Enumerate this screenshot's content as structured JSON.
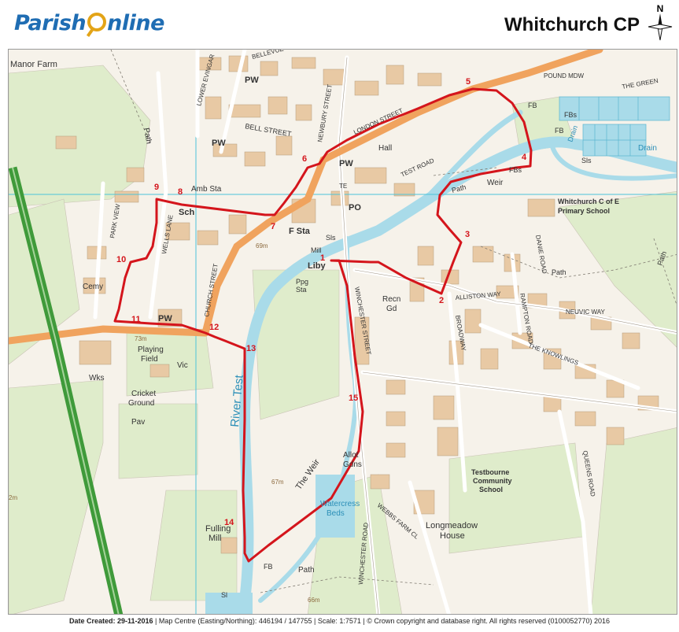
{
  "header": {
    "logo_pre": "Parish",
    "logo_post": "nline",
    "parish_name": "Whitchurch CP",
    "compass_label": "N"
  },
  "map": {
    "labels": {
      "manor_farm": "Manor Farm",
      "path_nw": "Path",
      "bellevue": "BELLEVUE",
      "pw_north": "PW",
      "lower_evingar": "LOWER EVINGAR",
      "newbury_street": "NEWBURY STREET",
      "london_street": "LONDON STREET",
      "pound_mdw": "POUND MDW",
      "the_green": "THE GREEN",
      "fb_1": "FB",
      "fbs_1": "FBs",
      "fb_2": "FB",
      "drain_1": "Drain",
      "drain_2": "Drain",
      "bell_street": "BELL STREET",
      "pw_bell": "PW",
      "hall": "Hall",
      "pw_centre": "PW",
      "te": "TE",
      "test_road": "TEST ROAD",
      "fbs_2": "FBs",
      "sls_1": "Sls",
      "weir": "Weir",
      "path_weir": "Path",
      "school_whitchurch": "Whitchurch C of E",
      "school_whitchurch_2": "Primary School",
      "parkview": "PARK VIEW",
      "amb_sta": "Amb Sta",
      "sch": "Sch",
      "wells_lane": "WELLS LANE",
      "po": "PO",
      "f_sta": "F Sta",
      "sls_2": "Sls",
      "mill": "Mill",
      "liby": "Liby",
      "path_east": "Path",
      "path_ne": "Path",
      "danie_road": "DANIE ROAD",
      "height_69": "69m",
      "ppg_sta": "Ppg",
      "ppg_sta_2": "Sta",
      "recn_gd": "Recn",
      "recn_gd_2": "Gd",
      "winchester_street": "WINCHESTER STREET",
      "alliston_way": "ALLISTON WAY",
      "rampton_road": "RAMPTON ROAD",
      "neuvic_way": "NEUVIC WAY",
      "broadway": "BROADWAY",
      "cemy": "Cemy",
      "pw_church": "PW",
      "church_street": "CHURCH STREET",
      "height_73": "73m",
      "playing_field": "Playing",
      "playing_field_2": "Field",
      "vic": "Vic",
      "the_knowlings": "THE KNOWLINGS",
      "wks": "Wks",
      "cricket_ground": "Cricket",
      "cricket_ground_2": "Ground",
      "pav": "Pav",
      "river_test": "River Test",
      "the_weir": "The Weir",
      "allot_gdns": "Allot",
      "allot_gdns_2": "Gdns",
      "testbourne_1": "Testbourne",
      "testbourne_2": "Community",
      "testbourne_3": "School",
      "queens_road": "QUEENS ROAD",
      "height_2m": "2m",
      "height_67": "67m",
      "watercress_1": "Watercress",
      "watercress_2": "Beds",
      "webbs_farm": "WEBBS FARM CL",
      "winchester_road": "WINCHESTER ROAD",
      "longmeadow_1": "Longmeadow",
      "longmeadow_2": "House",
      "fulling_1": "Fulling",
      "fulling_2": "Mill",
      "fb_3": "FB",
      "path_south": "Path",
      "sl": "Sl",
      "height_66": "66m"
    },
    "route_points": [
      "1",
      "2",
      "3",
      "4",
      "5",
      "6",
      "7",
      "8",
      "9",
      "10",
      "11",
      "12",
      "13",
      "14",
      "15"
    ],
    "colors": {
      "route": "#d4151c",
      "a_road": "#f0a35e",
      "motorway": "#3f9a3a",
      "water": "#a9dbe9",
      "building": "#e8c9a4",
      "green": "#d6e8c2",
      "grid": "#4cc3d9"
    }
  },
  "footer": {
    "date_label": "Date Created: 29-11-2016",
    "details": " | Map Centre (Easting/Northing): 446194 / 147755 | Scale: 1:7571 | © Crown copyright and database right. All rights reserved (0100052770) 2016"
  }
}
